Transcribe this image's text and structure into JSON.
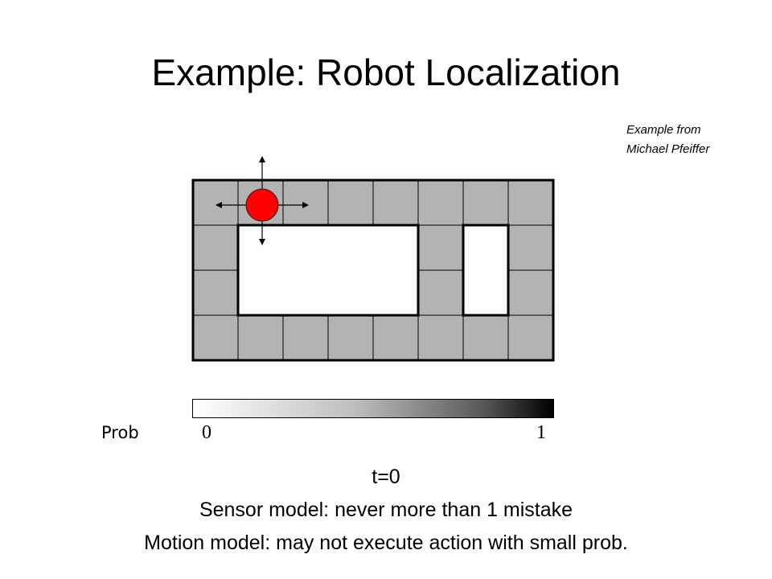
{
  "slide": {
    "title": "Example: Robot Localization",
    "credit": {
      "line1": "Example from",
      "line2": "Michael Pfeiffer"
    },
    "colorbar": {
      "label": "Prob",
      "min_label": "0",
      "max_label": "1"
    },
    "timestep": "t=0",
    "sensor_model": "Sensor model: never more than 1 mistake",
    "motion_model": "Motion model: may not execute action with small prob."
  },
  "grid": {
    "columns": 8,
    "rows": 4,
    "cell_color": "#b3b3b3",
    "wall_color": "#000000",
    "open_cells": [
      {
        "row": 1,
        "col": 1,
        "rowspan": 2,
        "colspan": 4
      },
      {
        "row": 1,
        "col": 6,
        "rowspan": 2,
        "colspan": 1
      }
    ],
    "robot": {
      "row": 0,
      "col": 1,
      "color": "#ff0000",
      "arrows": [
        "up",
        "down",
        "left",
        "right"
      ]
    }
  }
}
